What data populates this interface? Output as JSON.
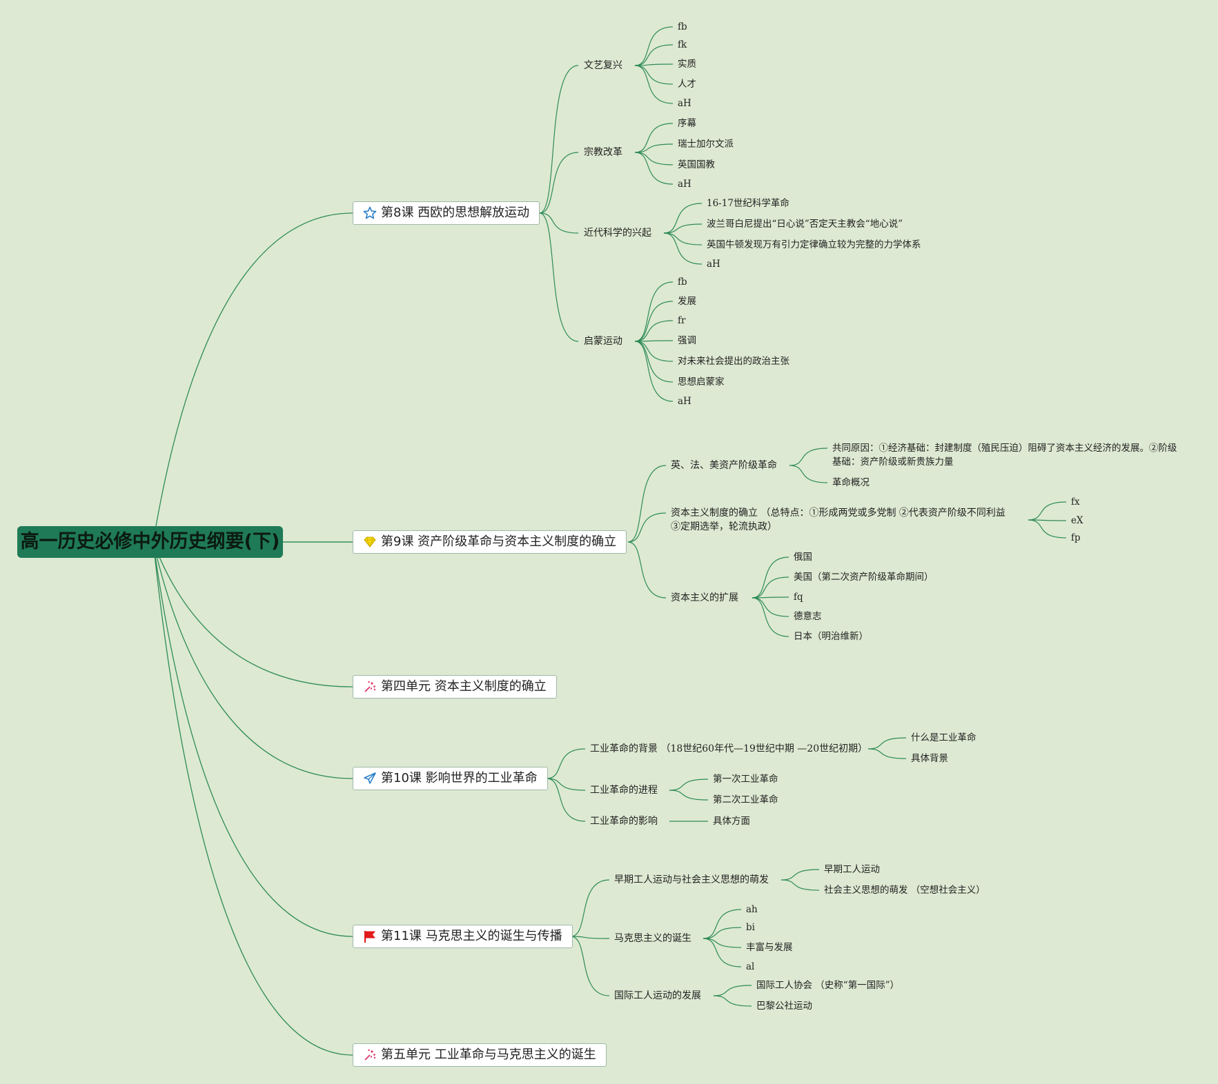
{
  "root": {
    "label": "高一历史必修中外历史纲要(下)"
  },
  "colors": {
    "background": "#dde9d2",
    "line": "#2e8b57",
    "root_fill": "#1f7a57"
  },
  "topics": [
    {
      "label": "第8课 西欧的思想解放运动",
      "icon": "star-icon",
      "children": [
        {
          "label": "文艺复兴",
          "children": [
            "fb",
            "fk",
            "实质",
            "人才",
            "aH"
          ]
        },
        {
          "label": "宗教改革",
          "children": [
            "序幕",
            "瑞士加尔文派",
            "英国国教",
            "aH"
          ]
        },
        {
          "label": "近代科学的兴起",
          "children": [
            "16-17世纪科学革命",
            "波兰哥白尼提出“日心说”否定天主教会“地心说”",
            "英国牛顿发现万有引力定律确立较为完整的力学体系",
            "aH"
          ]
        },
        {
          "label": "启蒙运动",
          "children": [
            "fb",
            "发展",
            "fr",
            "强调",
            "对未来社会提出的政治主张",
            "思想启蒙家",
            "aH"
          ]
        }
      ]
    },
    {
      "label": "第9课 资产阶级革命与资本主义制度的确立",
      "icon": "diamond-icon",
      "children": [
        {
          "label": "英、法、美资产阶级革命",
          "children": [
            "共同原因：①经济基础：封建制度（殖民压迫）阻碍了资本主义经济的发展。②阶级基础：资产阶级或新贵族力量",
            "革命概况"
          ]
        },
        {
          "label": "资本主义制度的确立 （总特点：①形成两党或多党制 ②代表资产阶级不同利益 ③定期选举，轮流执政）",
          "children": [
            "fx",
            "eX",
            "fp"
          ]
        },
        {
          "label": "资本主义的扩展",
          "children": [
            "俄国",
            "美国（第二次资产阶级革命期间）",
            "fq",
            "德意志",
            "日本（明治维新）"
          ]
        }
      ]
    },
    {
      "label": "第四单元 资本主义制度的确立",
      "icon": "fireworks-icon",
      "children": []
    },
    {
      "label": "第10课 影响世界的工业革命",
      "icon": "paper-plane-icon",
      "children": [
        {
          "label": "工业革命的背景 （18世纪60年代—19世纪中期 —20世纪初期）",
          "children": [
            "什么是工业革命",
            "具体背景"
          ]
        },
        {
          "label": "工业革命的进程",
          "children": [
            "第一次工业革命",
            "第二次工业革命"
          ]
        },
        {
          "label": "工业革命的影响",
          "children": [
            "具体方面"
          ]
        }
      ]
    },
    {
      "label": "第11课 马克思主义的诞生与传播",
      "icon": "red-flag-icon",
      "children": [
        {
          "label": "早期工人运动与社会主义思想的萌发",
          "children": [
            "早期工人运动",
            "社会主义思想的萌发 （空想社会主义）"
          ]
        },
        {
          "label": "马克思主义的诞生",
          "children": [
            "ah",
            "bi",
            "丰富与发展",
            "al"
          ]
        },
        {
          "label": "国际工人运动的发展",
          "children": [
            "国际工人协会 （史称“第一国际”）",
            "巴黎公社运动"
          ]
        }
      ]
    },
    {
      "label": "第五单元 工业革命与马克思主义的诞生",
      "icon": "fireworks-icon",
      "children": []
    }
  ]
}
